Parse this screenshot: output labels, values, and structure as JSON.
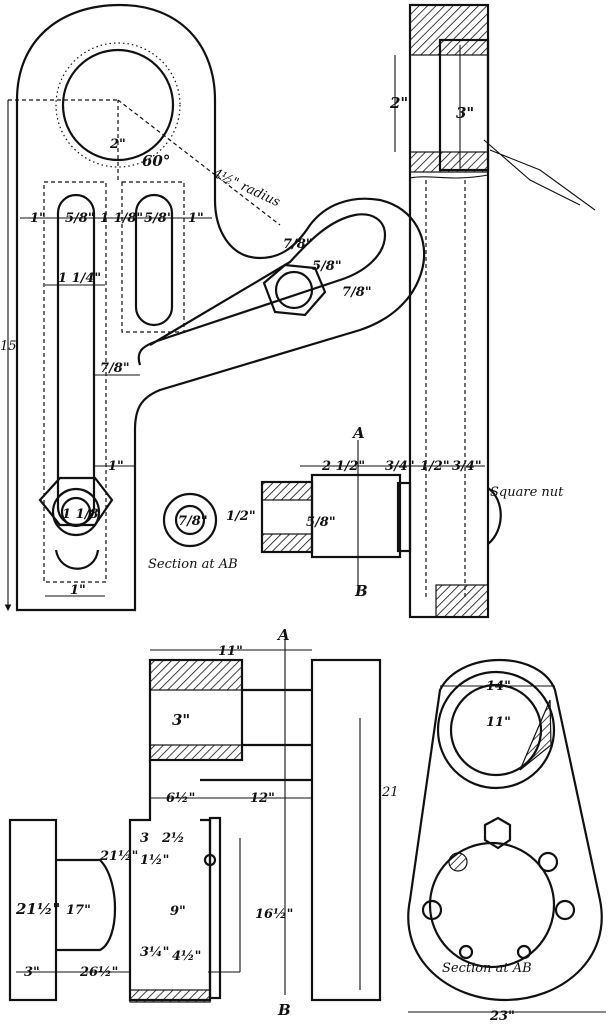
{
  "labels": {
    "d_2in_hole": "2\"",
    "d_60deg": "60°",
    "d_radius": "4½\" radius",
    "d_1in_a": "1\"",
    "d_5_8_a": "5/8\"",
    "d_1_1_8": "1 1/8\"",
    "d_5_8_b": "5/8\"",
    "d_1in_b": "1\"",
    "d_1_1_4": "1 1/4\"",
    "d_7_8_a": "7/8\"",
    "d_15": "15",
    "d_1in_c": "1\"",
    "d_1_1_8_nut": "1 1/8",
    "d_1in_d": "1\"",
    "d_7_8_b": "7/8\"",
    "d_5_8_c": "5/8\"",
    "d_7_8_c": "7/8\"",
    "d_2in_side": "2\"",
    "d_3in_side": "3\"",
    "sec_A_top": "A",
    "sec_B_top": "B",
    "d_2_1_2": "2 1/2\"",
    "d_3_4_a": "3/4\"",
    "d_1_2_a": "1/2\"",
    "d_3_4_b": "3/4\"",
    "square_nut": "Square nut",
    "d_7_8_sec": "7/8\"",
    "d_1_2_sec": "1/2\"",
    "d_5_8_sec": "5/8\"",
    "section_ab_top": "Section at AB",
    "sec_A_bottom": "A",
    "sec_B_bottom": "B",
    "d_11_top": "11\"",
    "d_3in_bottom": "3\"",
    "d_6_1_2": "6½\"",
    "d_12": "12\"",
    "d_21": "21",
    "d_21_1_2_small": "21½\"",
    "d_3_small": "3",
    "d_2_1_2_small": "2½",
    "d_1_1_2_small": "1½\"",
    "d_9": "9\"",
    "d_16_1_2": "16½\"",
    "d_4_1_2": "4½\"",
    "d_3_1_4": "3¼\"",
    "d_21_1_2_big": "21½\"",
    "d_17": "17\"",
    "d_3in_flange": "3\"",
    "d_26_1_2": "26½\"",
    "d_14": "14\"",
    "d_11_circle": "11\"",
    "d_23": "23\"",
    "section_ab_bottom": "Section at AB"
  }
}
